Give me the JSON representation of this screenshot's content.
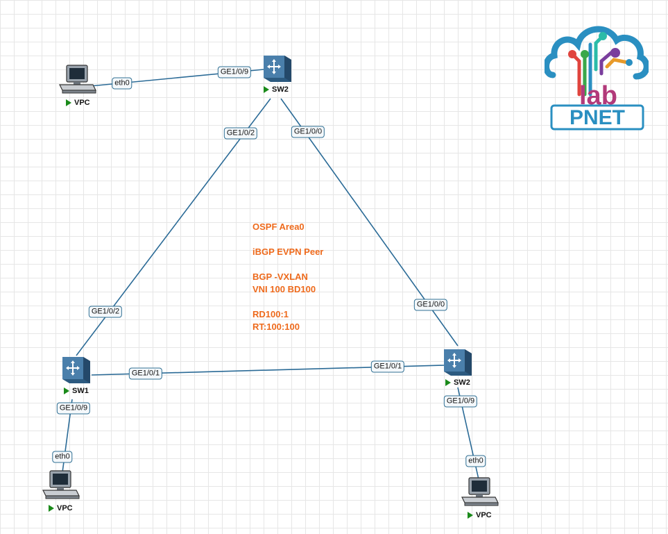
{
  "nodes": {
    "vpc_top": {
      "label": "VPC"
    },
    "sw2_top": {
      "label": "SW2"
    },
    "sw1": {
      "label": "SW1"
    },
    "sw2_right": {
      "label": "SW2"
    },
    "vpc_left": {
      "label": "VPC"
    },
    "vpc_right": {
      "label": "VPC"
    }
  },
  "ports": {
    "vpc_top_eth0": "eth0",
    "sw2_top_ge109": "GE1/0/9",
    "sw2_top_ge102": "GE1/0/2",
    "sw2_top_ge100": "GE1/0/0",
    "sw1_ge102": "GE1/0/2",
    "sw1_ge101": "GE1/0/1",
    "sw1_ge109": "GE1/0/9",
    "vpc_left_eth0": "eth0",
    "sw2_right_ge100": "GE1/0/0",
    "sw2_right_ge101": "GE1/0/1",
    "sw2_right_ge109": "GE1/0/9",
    "vpc_right_eth0": "eth0"
  },
  "notes": [
    "OSPF Area0",
    "",
    "iBGP  EVPN Peer",
    "",
    "BGP -VXLAN",
    "VNI 100 BD100",
    "",
    "RD100:1",
    "RT:100:100"
  ],
  "logo": {
    "text": "PNET",
    "sub": "lab"
  },
  "colors": {
    "link": "#2a6a96",
    "switch": "#3d6f99",
    "notes": "#ee6a1c",
    "logo_blue": "#2a8fc1"
  }
}
